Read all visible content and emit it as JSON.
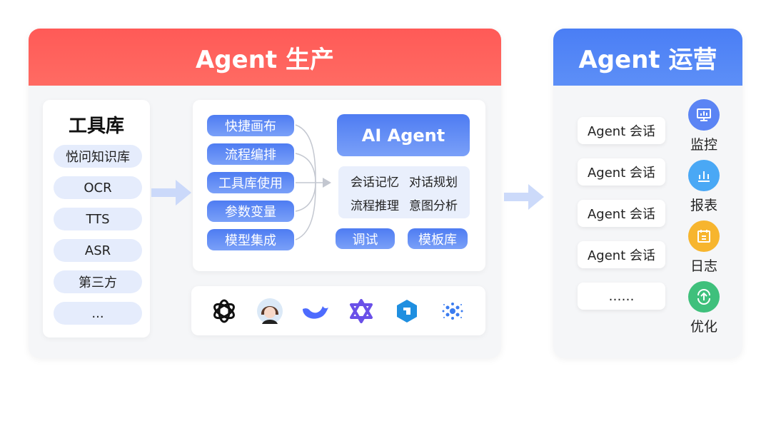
{
  "production": {
    "title": "Agent 生产",
    "header_color": "#ff5a57",
    "toolbox": {
      "title": "工具库",
      "items": [
        "悦问知识库",
        "OCR",
        "TTS",
        "ASR",
        "第三方",
        "..."
      ]
    },
    "features": [
      "快捷画布",
      "流程编排",
      "工具库使用",
      "参数变量",
      "模型集成"
    ],
    "agent": {
      "title": "AI Agent",
      "capabilities": [
        "会话记忆",
        "对话规划",
        "流程推理",
        "意图分析"
      ],
      "buttons": [
        "调试",
        "模板库"
      ]
    },
    "models": [
      "openai-logo",
      "avatar-logo",
      "deepseek-logo",
      "qwen-logo",
      "cube-logo",
      "dots-logo"
    ]
  },
  "operation": {
    "title": "Agent 运营",
    "header_color": "#4a7ef5",
    "sessions": [
      "Agent 会话",
      "Agent 会话",
      "Agent 会话",
      "Agent 会话",
      "……"
    ],
    "tools": [
      {
        "label": "监控",
        "icon": "monitor-icon",
        "color": "#5b84f4"
      },
      {
        "label": "报表",
        "icon": "bar-chart-icon",
        "color": "#4aa8f5"
      },
      {
        "label": "日志",
        "icon": "calendar-icon",
        "color": "#f7b52e"
      },
      {
        "label": "优化",
        "icon": "upgrade-icon",
        "color": "#3fc07c"
      }
    ]
  }
}
